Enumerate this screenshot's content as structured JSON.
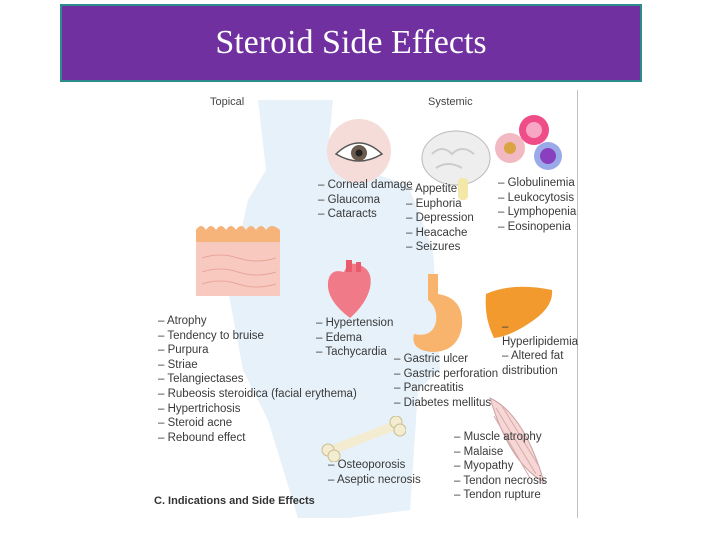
{
  "slide": {
    "title": "Steroid Side Effects"
  },
  "figure": {
    "headings": {
      "topical": "Topical",
      "systemic": "Systemic"
    },
    "groups": {
      "eye": [
        "Corneal damage",
        "Glaucoma",
        "Cataracts"
      ],
      "brain": [
        "Appetite",
        "Euphoria",
        "Depression",
        "Heacache",
        "Seizures"
      ],
      "blood": [
        "Globulinemia",
        "Leukocytosis",
        "Lymphopenia",
        "Eosinopenia"
      ],
      "skin": [
        "Atrophy",
        "Tendency to bruise",
        "Purpura",
        "Striae",
        "Telangiectases",
        "Rubeosis steroidica (facial erythema)",
        "Hypertrichosis",
        "Steroid acne",
        "Rebound effect"
      ],
      "heart": [
        "Hypertension",
        "Edema",
        "Tachycardia"
      ],
      "liver": [
        "Hyperlipidemia",
        "Altered fat distribution"
      ],
      "stomach": [
        "Gastric ulcer",
        "Gastric perforation",
        "Pancreatitis",
        "Diabetes mellitus"
      ],
      "bone": [
        "Osteoporosis",
        "Aseptic necrosis"
      ],
      "muscle": [
        "Muscle atrophy",
        "Malaise",
        "Myopathy",
        "Tendon necrosis",
        "Tendon rupture"
      ]
    },
    "caption": "C. Indications and Side Effects"
  }
}
